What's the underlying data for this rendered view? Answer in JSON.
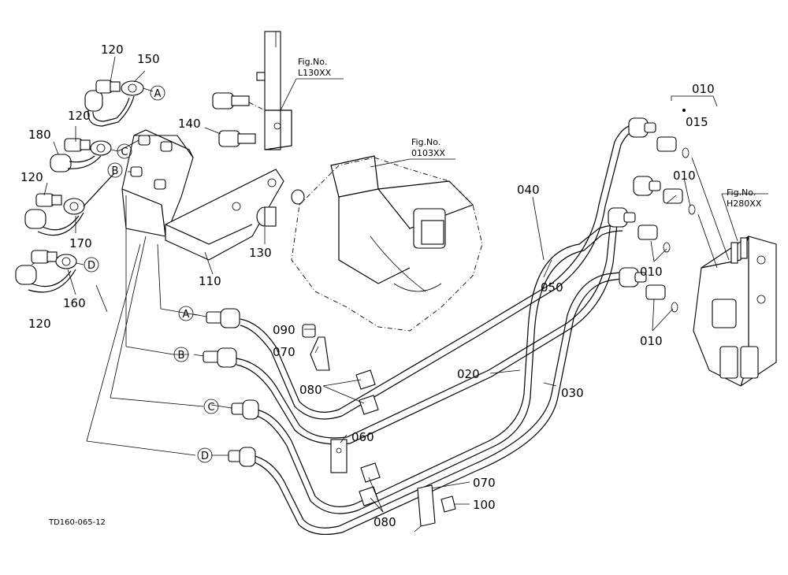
{
  "diagram": {
    "code": "TD160-065-12",
    "callouts": [
      {
        "id": "c120a",
        "text": "120"
      },
      {
        "id": "c150",
        "text": "150"
      },
      {
        "id": "c120b",
        "text": "120"
      },
      {
        "id": "c180",
        "text": "180"
      },
      {
        "id": "c120c",
        "text": "120"
      },
      {
        "id": "c170",
        "text": "170"
      },
      {
        "id": "c160",
        "text": "160"
      },
      {
        "id": "c120d",
        "text": "120"
      },
      {
        "id": "c140",
        "text": "140"
      },
      {
        "id": "c130",
        "text": "130"
      },
      {
        "id": "c110",
        "text": "110"
      },
      {
        "id": "c040",
        "text": "040"
      },
      {
        "id": "c050",
        "text": "050"
      },
      {
        "id": "c010a",
        "text": "010"
      },
      {
        "id": "c015",
        "text": "015"
      },
      {
        "id": "c010b",
        "text": "010"
      },
      {
        "id": "c010c",
        "text": "010"
      },
      {
        "id": "c010d",
        "text": "010"
      },
      {
        "id": "c090",
        "text": "090"
      },
      {
        "id": "c070a",
        "text": "070"
      },
      {
        "id": "c080a",
        "text": "080"
      },
      {
        "id": "c020",
        "text": "020"
      },
      {
        "id": "c030",
        "text": "030"
      },
      {
        "id": "c060",
        "text": "060"
      },
      {
        "id": "c070b",
        "text": "070"
      },
      {
        "id": "c100",
        "text": "100"
      },
      {
        "id": "c080b",
        "text": "080"
      }
    ],
    "circle_letters": [
      {
        "id": "A1",
        "text": "A"
      },
      {
        "id": "C1",
        "text": "C"
      },
      {
        "id": "B1",
        "text": "B"
      },
      {
        "id": "D1",
        "text": "D"
      },
      {
        "id": "A2",
        "text": "A"
      },
      {
        "id": "B2",
        "text": "B"
      },
      {
        "id": "C2",
        "text": "C"
      },
      {
        "id": "D2",
        "text": "D"
      }
    ],
    "figure_refs": [
      {
        "id": "f1",
        "line1": "Fig.No.",
        "line2": "L130XX"
      },
      {
        "id": "f2",
        "line1": "Fig.No.",
        "line2": "0103XX"
      },
      {
        "id": "f3",
        "line1": "Fig.No.",
        "line2": "H280XX"
      }
    ]
  }
}
